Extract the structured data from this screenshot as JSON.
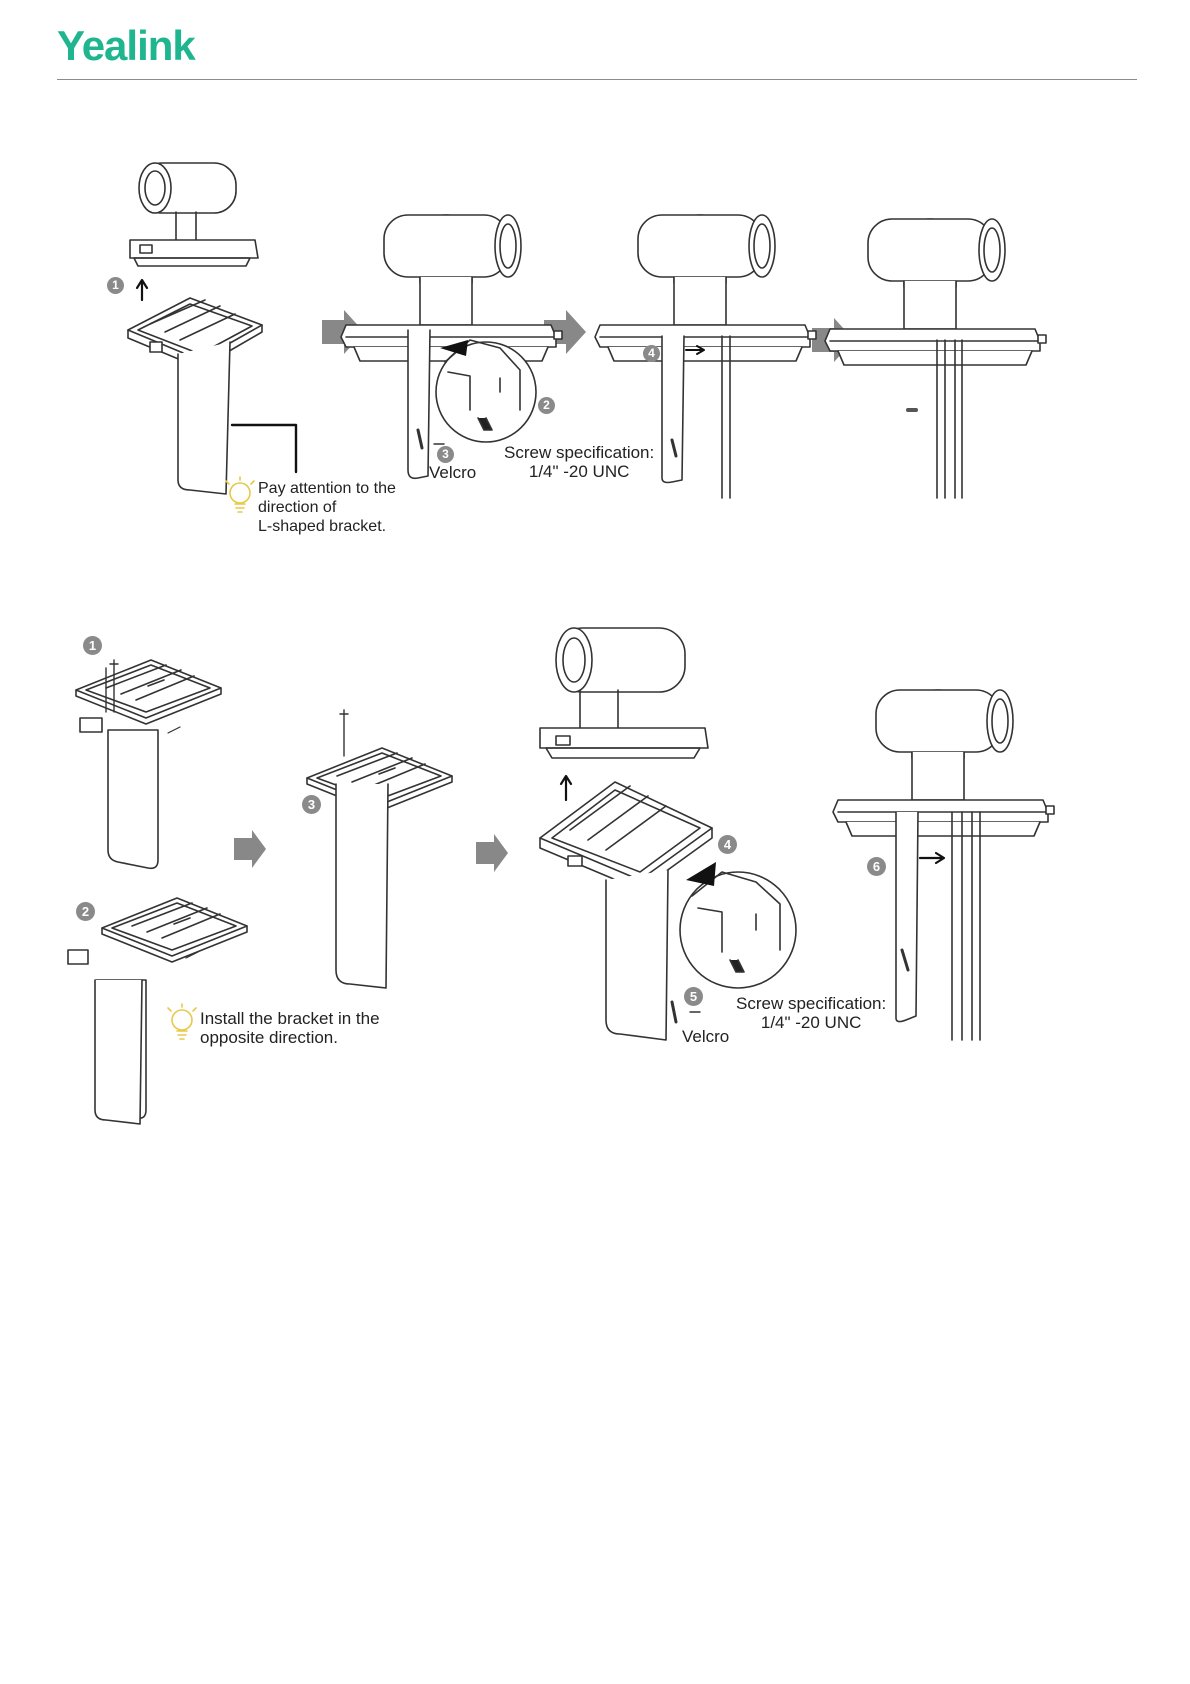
{
  "brand": {
    "logo_text": "Yealink",
    "accent": "#1fb58f"
  },
  "top_section": {
    "steps": [
      "1",
      "2",
      "3",
      "4"
    ],
    "tip": [
      "Pay attention to the",
      "direction of",
      "L-shaped bracket."
    ],
    "screw_spec": [
      "Screw specification:",
      "1/4\" -20 UNC"
    ],
    "velcro": "Velcro"
  },
  "bottom_section": {
    "steps": [
      "1",
      "2",
      "3",
      "4",
      "5",
      "6"
    ],
    "tip": [
      "Install the bracket in the",
      "opposite direction."
    ],
    "screw_spec": [
      "Screw specification:",
      "1/4\" -20 UNC"
    ],
    "velcro": "Velcro"
  },
  "icons": [
    "lightbulb-icon",
    "step-arrow-icon",
    "direction-arrow-icon"
  ]
}
